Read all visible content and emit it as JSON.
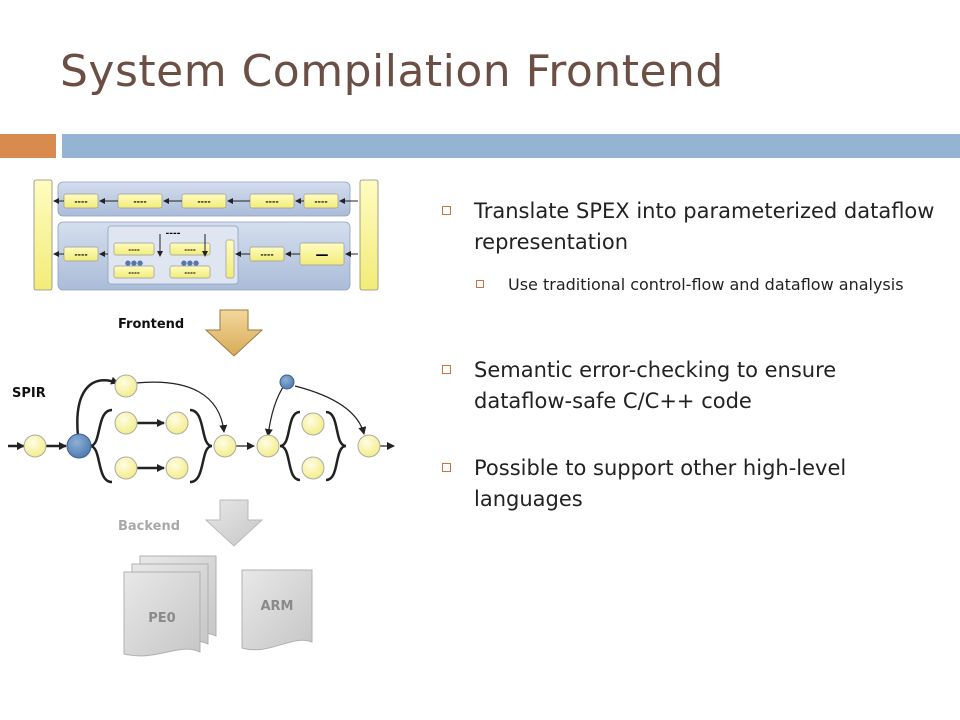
{
  "slide": {
    "title": "System Compilation Frontend",
    "colors": {
      "title": "#6b4f45",
      "accent_orange": "#d98a4e",
      "accent_blue": "#95b3d3",
      "bullet_marker": "#c8743f"
    },
    "bullets": [
      {
        "text": "Translate SPEX into parameterized dataflow representation",
        "sub": [
          {
            "text": "Use traditional control-flow and dataflow analysis"
          }
        ]
      },
      {
        "text": "Semantic error-checking to ensure dataflow-safe C/C++ code"
      },
      {
        "text": "Possible to support other high-level languages"
      }
    ]
  },
  "diagram": {
    "frontend_label": "Frontend",
    "spir_label": "SPIR",
    "backend_label": "Backend",
    "box_text": "----",
    "big_box_text": "—",
    "dots_text": "●●●",
    "pe0_label": "PE0",
    "arm_label": "ARM"
  }
}
